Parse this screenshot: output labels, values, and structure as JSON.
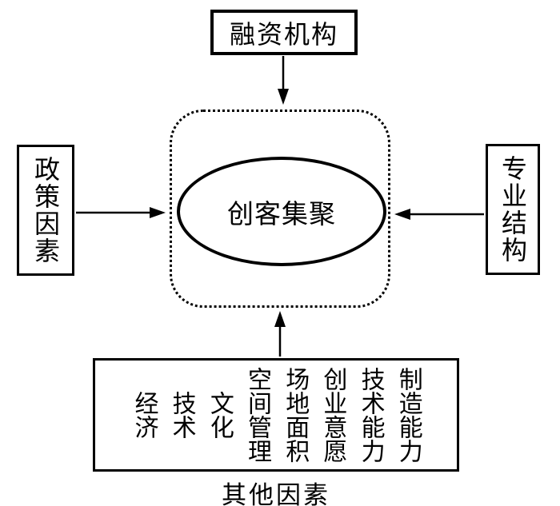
{
  "diagram": {
    "nodes": {
      "financing": {
        "label": "融资机构"
      },
      "policy": {
        "label": "政策因素"
      },
      "professional": {
        "label": "专业结构"
      },
      "center": {
        "label": "创客集聚"
      },
      "other_factors": {
        "caption": "其他因素",
        "columns": [
          "经济",
          "技术",
          "文化",
          "空间管理",
          "场地面积",
          "创业意愿",
          "技术能力",
          "制造能力"
        ]
      }
    },
    "colors": {
      "line": "#000000",
      "background": "#ffffff",
      "text": "#000000"
    }
  }
}
